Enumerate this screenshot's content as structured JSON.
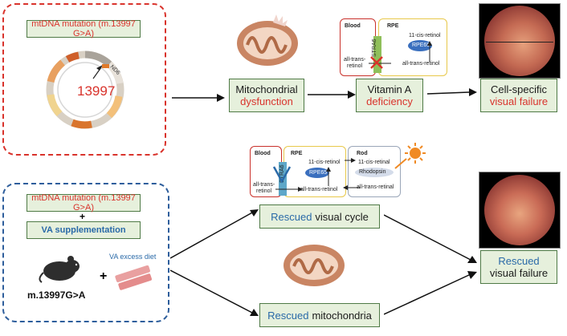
{
  "top": {
    "mutation_label": "mtDNA mutation (m.13997 G>A)",
    "ring_gene_label": "ND6",
    "ring_position_label": "13997",
    "mito_box": {
      "line1": "Mitochondrial",
      "line2": "dysfunction"
    },
    "vit_box": {
      "line1": "Vitamin A",
      "line2": "deficiency"
    },
    "cell_box": {
      "line1": "Cell-specific",
      "line2": "visual failure"
    },
    "panel": {
      "blood": "Blood",
      "rpe": "RPE",
      "stra6": "STRA6",
      "rpe65": "RPE65",
      "cis": "11-cis-retinol",
      "trans_left_1": "all-trans-",
      "trans_left_2": "retinol",
      "trans_right": "all-trans-retinol"
    }
  },
  "bottom": {
    "mutation_label": "mtDNA mutation (m.13997 G>A)",
    "plus1": "+",
    "supp_label": "VA supplementation",
    "diet_label": "VA excess diet",
    "plus2": "+",
    "mouse_label": "m.13997G>A",
    "cycle_box": {
      "w1": "Rescued",
      "w2": "visual cycle"
    },
    "mito_box": {
      "w1": "Rescued",
      "w2": "mitochondria"
    },
    "fail_box": {
      "line1": "Rescued",
      "line2": "visual failure"
    },
    "panel": {
      "blood": "Blood",
      "rpe": "RPE",
      "rod": "Rod",
      "stra6": "STRA6",
      "rpe65": "RPE65",
      "rhodopsin": "Rhodopsin",
      "cis1": "11-cis-retinol",
      "cis2": "11-cis-retinal",
      "trans_left_1": "all-trans-",
      "trans_left_2": "retinol",
      "trans_mid": "all-trans-retinol",
      "trans_right": "all-trans-retinal"
    }
  },
  "colors": {
    "red": "#d9332c",
    "blue": "#2a6aa8",
    "green_fill": "#e6f0dc",
    "mito": "#c98563"
  }
}
